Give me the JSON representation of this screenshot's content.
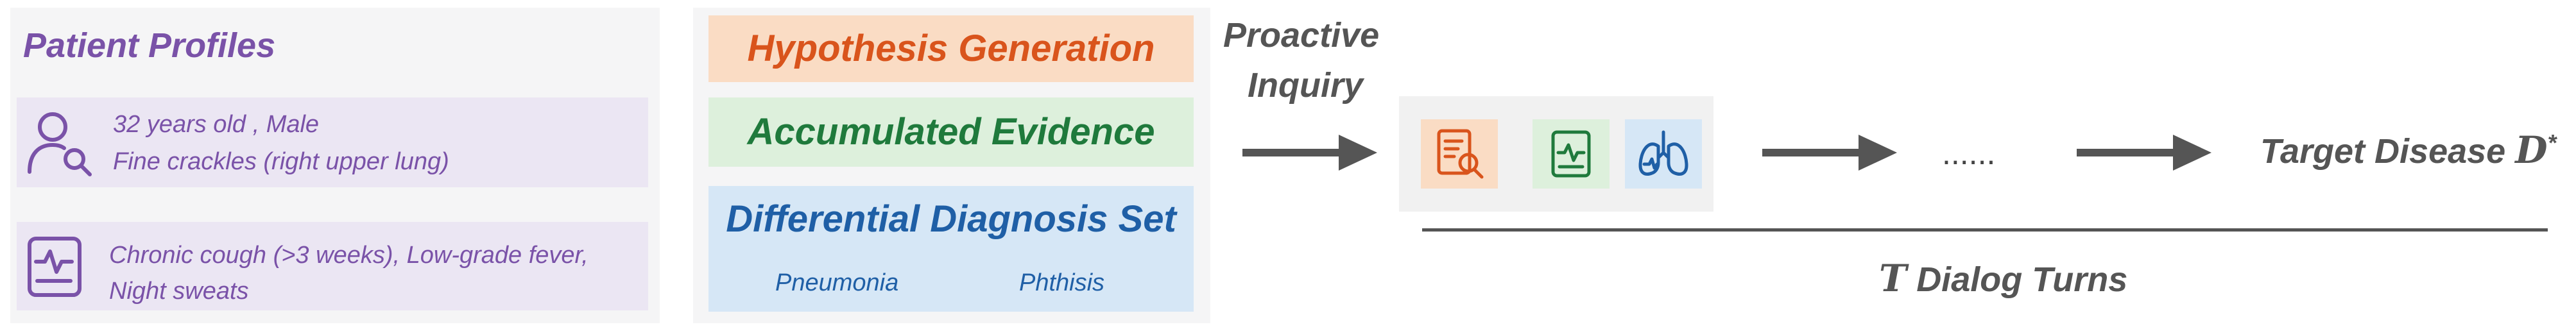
{
  "patient_profiles": {
    "title": "Patient Profiles",
    "card1": {
      "line1": "32 years old , Male",
      "line2": "Fine crackles (right upper lung)",
      "icon": "user-search-icon"
    },
    "card2": {
      "line1": "Chronic cough (>3 weeks), Low-grade fever,",
      "line2": "Night sweats",
      "icon": "medical-record-icon"
    }
  },
  "reasoning": {
    "hypothesis": "Hypothesis Generation",
    "evidence": "Accumulated Evidence",
    "ddx_title": "Differential Diagnosis Set",
    "ddx_items": [
      "Pneumonia",
      "Phthisis"
    ]
  },
  "flow": {
    "proactive_line1": "Proactive",
    "proactive_line2": "Inquiry",
    "ellipsis": "......",
    "target_text": "Target Disease",
    "target_symbol": "D",
    "target_sup": "*",
    "turns_symbol": "T",
    "turns_text": "Dialog Turns",
    "icons": [
      "report-search-icon",
      "clipboard-chart-icon",
      "lungs-icon"
    ]
  },
  "colors": {
    "purple": "#7a52a8",
    "orange": "#d9541c",
    "green": "#1f7a3c",
    "blue": "#1f5fa6",
    "gray": "#555555"
  }
}
